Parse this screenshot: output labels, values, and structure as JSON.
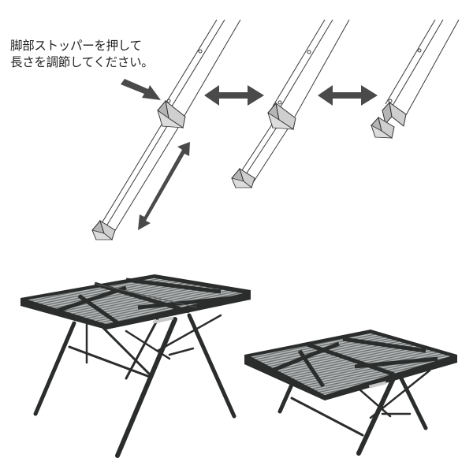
{
  "instruction": {
    "line1": "脚部ストッパーを押して",
    "line2": "長さを調節してください。"
  },
  "diagram": {
    "steps": [
      {
        "label": "leg-extended",
        "stopper": "pressed"
      },
      {
        "label": "leg-mid",
        "stopper": "sliding"
      },
      {
        "label": "leg-retracted",
        "stopper": "stacked"
      }
    ],
    "arrows": [
      {
        "type": "pointer",
        "target": "leg-stopper"
      },
      {
        "type": "double-diagonal",
        "meaning": "adjust-length"
      },
      {
        "type": "double-horizontal",
        "between": [
          "step-1",
          "step-2"
        ]
      },
      {
        "type": "double-horizontal",
        "between": [
          "step-2",
          "step-3"
        ]
      }
    ]
  },
  "photos": [
    {
      "label": "table-high-position"
    },
    {
      "label": "table-low-position"
    }
  ],
  "colors": {
    "arrow": "#4a4a4a",
    "line": "#3a3a3a",
    "stopper": "#cfcfcf",
    "stopper_side": "#b5b5b5",
    "table_frame": "#2b2d2c",
    "table_mesh": "#8e9090"
  }
}
